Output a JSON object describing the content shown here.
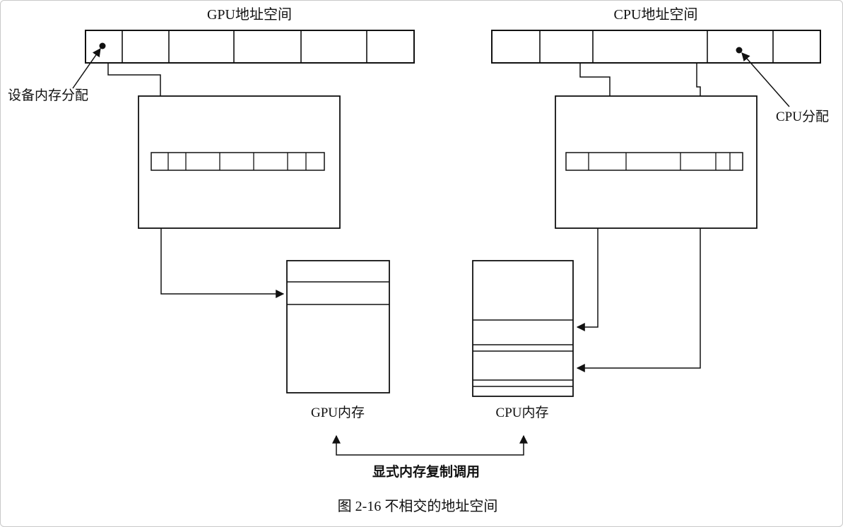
{
  "figure": {
    "caption": "图 2-16 不相交的地址空间",
    "labels": {
      "gpu_address_space": "GPU地址空间",
      "cpu_address_space": "CPU地址空间",
      "device_memory_allocation": "设备内存分配",
      "cpu_allocation": "CPU分配",
      "gpu_memory": "GPU内存",
      "cpu_memory": "CPU内存",
      "explicit_memory_copy": "显式内存复制调用"
    },
    "colors": {
      "line": "#111111",
      "background": "#ffffff"
    },
    "diagram_type": "memory-address-space-diagram",
    "relations": [
      "GPU地址空间 -> 设备内存分配单元 -> GPU内存",
      "CPU地址空间 -> CPU分配单元 -> CPU内存",
      "GPU内存 <-> CPU内存 : 显式内存复制调用"
    ]
  }
}
